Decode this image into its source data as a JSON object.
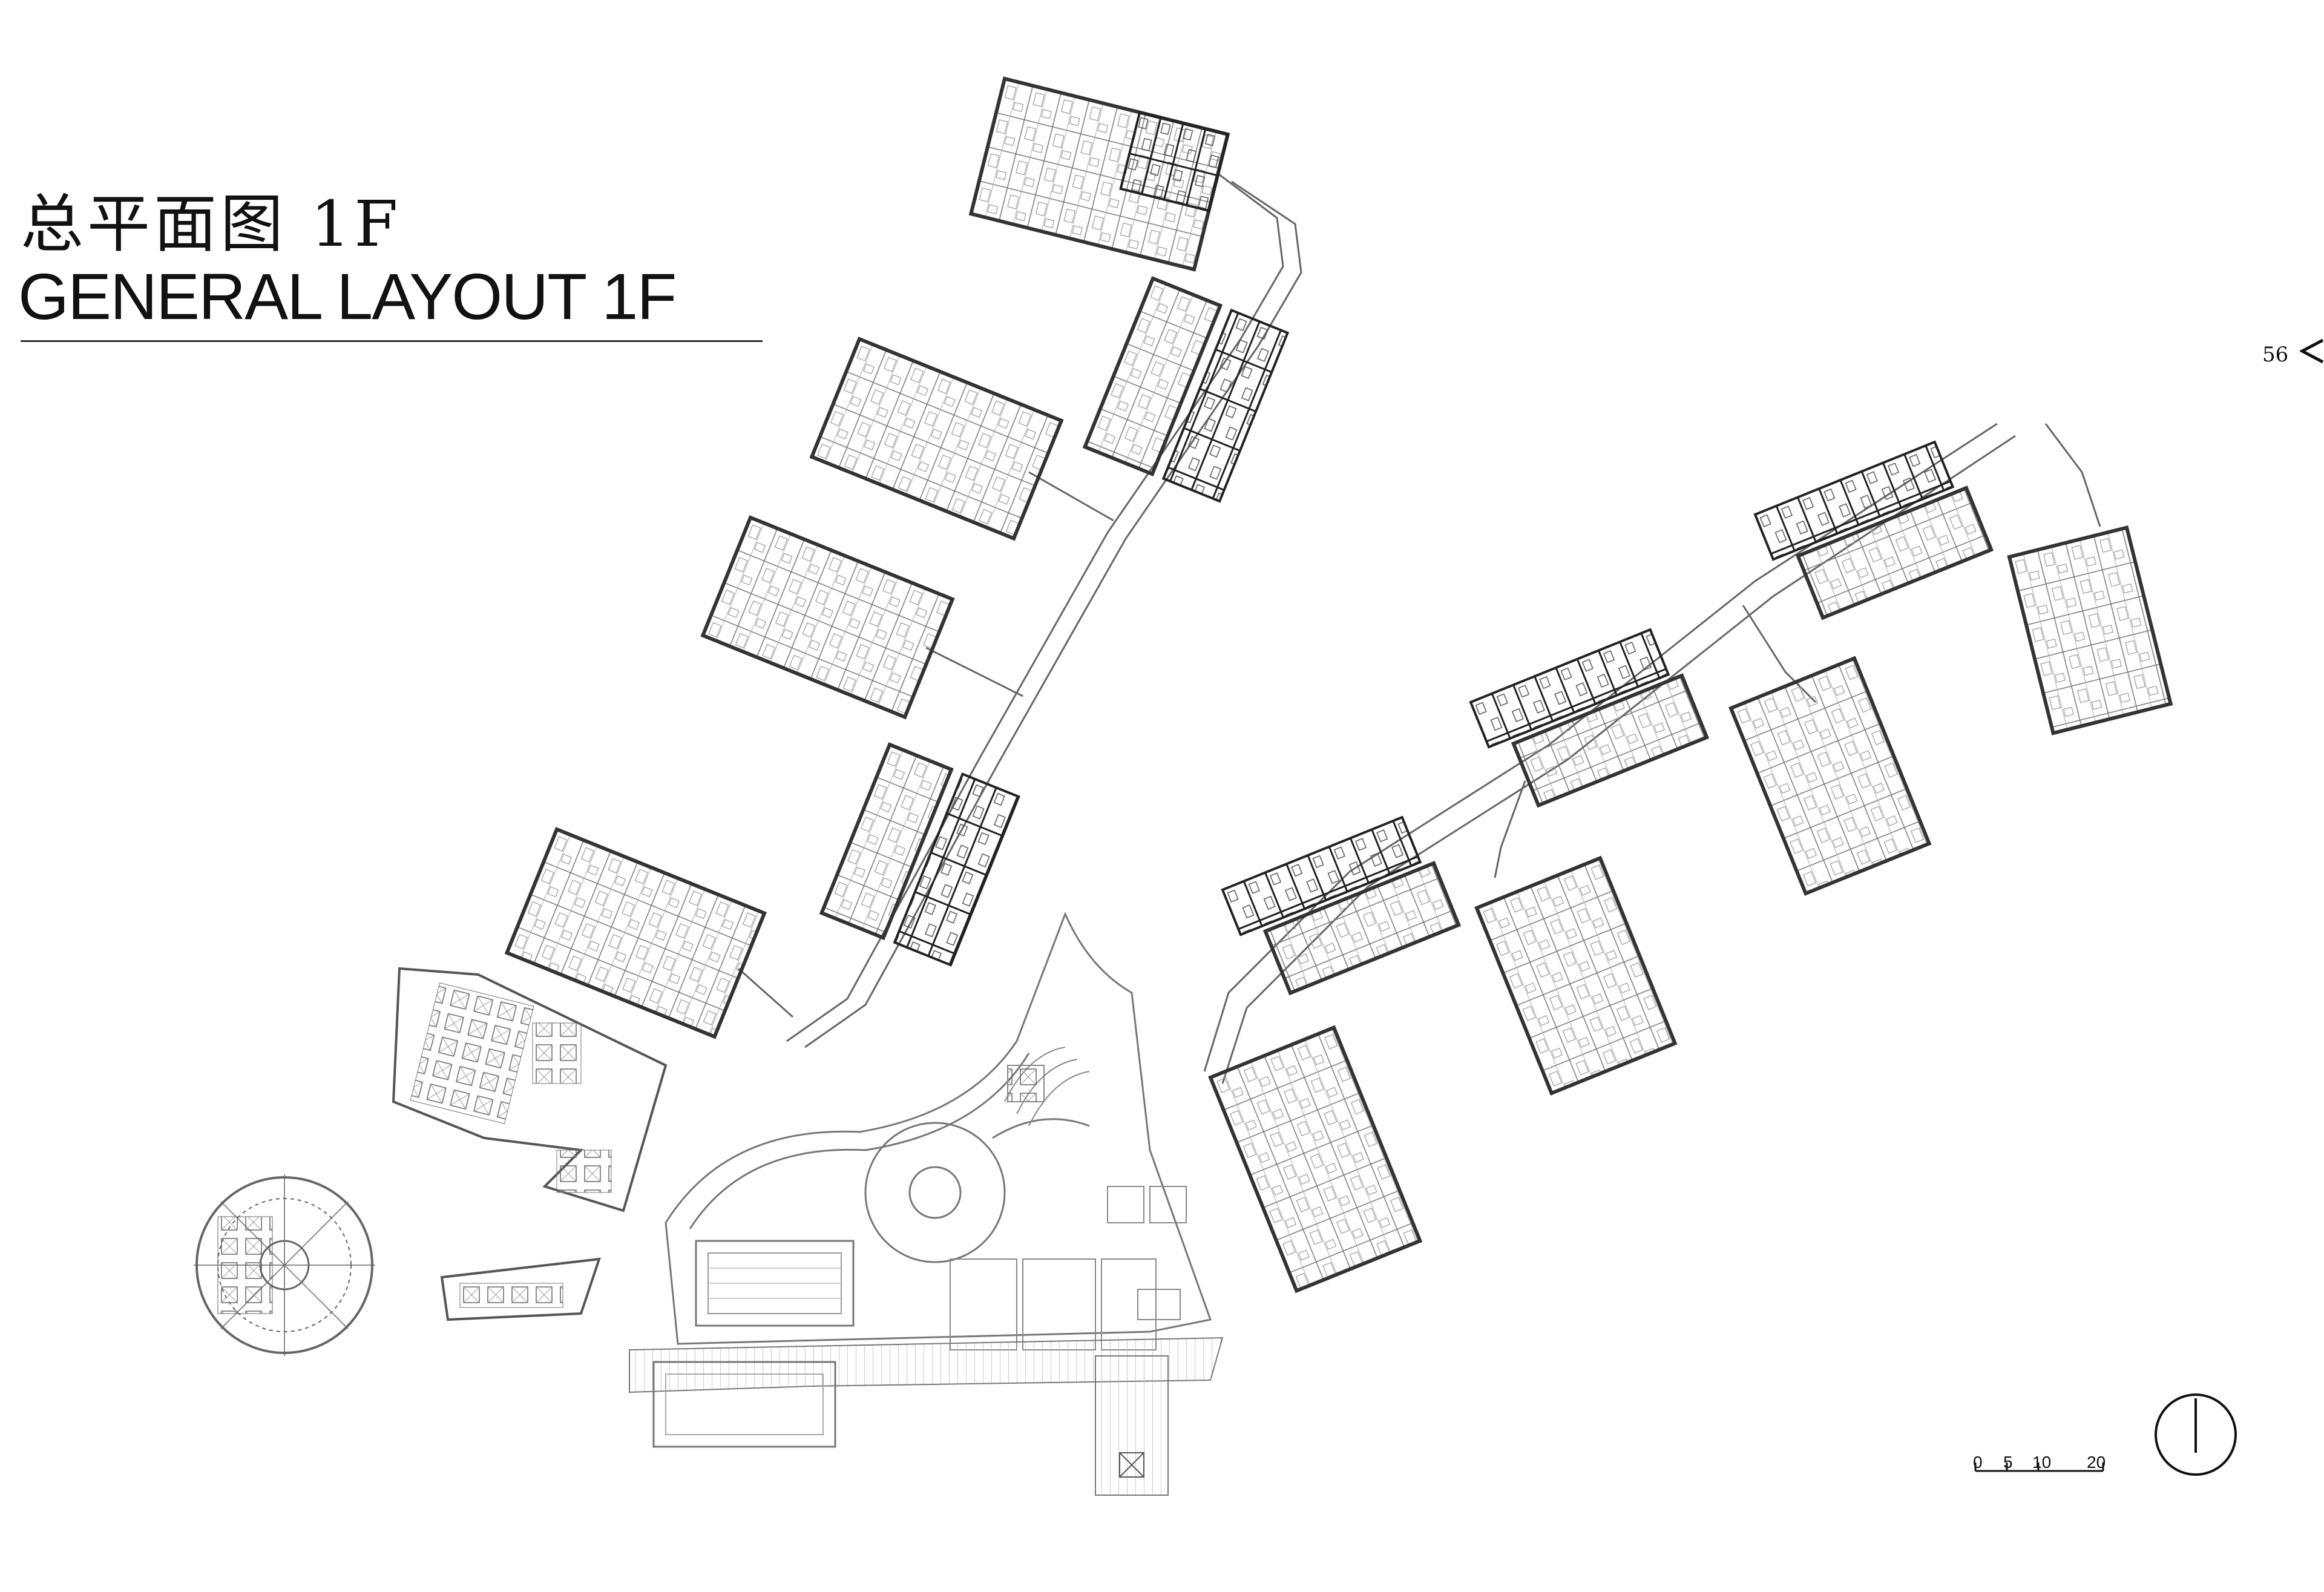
{
  "title": {
    "chinese": "总平面图 1F",
    "english": "GENERAL LAYOUT 1F"
  },
  "page_number": "56",
  "scale_bar": {
    "ticks": [
      "0",
      "5",
      "10",
      "20"
    ]
  },
  "icons": {
    "page_arrow": "chevron-left-icon",
    "north": "north-arrow-icon"
  },
  "colors": {
    "ink": "#111111",
    "line": "#555555",
    "wall": "#333333"
  }
}
